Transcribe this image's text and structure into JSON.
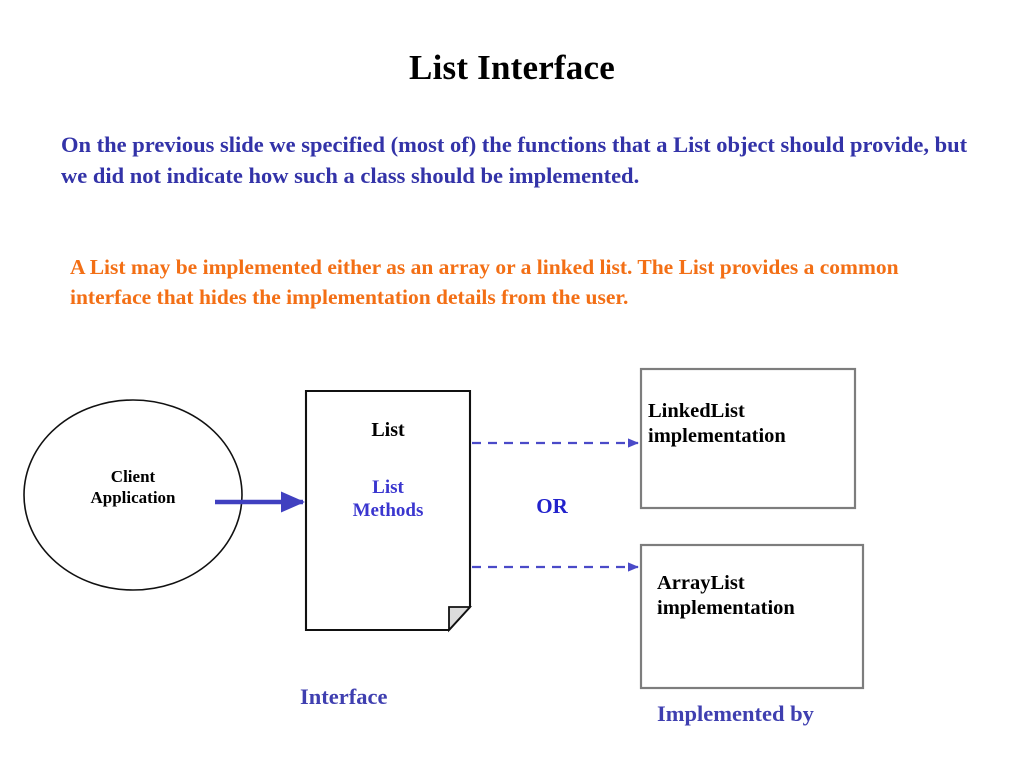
{
  "slide": {
    "title": "List Interface",
    "paragraphs": [
      {
        "id": "intro",
        "color": "#3333a8",
        "text": "On the previous slide we specified (most of) the functions that a List object should provide, but we did not indicate how such a class should be implemented."
      },
      {
        "id": "implementation-note",
        "color": "#f36f15",
        "text": "A List may be implemented either as an array or a linked list.  The List provides a common interface that hides the implementation details from the user."
      }
    ]
  },
  "diagram": {
    "client": {
      "line1": "Client",
      "line2": "Application",
      "shape": "ellipse",
      "stroke": "#000000"
    },
    "list_document": {
      "title": "List",
      "methods_line1": "List",
      "methods_line2": "Methods",
      "shape": "document",
      "stroke": "#000000",
      "methods_color": "#3a36cf",
      "fold_fill": "#dcdcdc"
    },
    "linkedlist_box": {
      "line1": "LinkedList",
      "line2": "implementation",
      "shape": "rectangle",
      "stroke": "#808080"
    },
    "arraylist_box": {
      "line1": "ArrayList",
      "line2": "implementation",
      "shape": "rectangle",
      "stroke": "#808080"
    },
    "or_label": "OR",
    "interface_label": "Interface",
    "implemented_by_label": "Implemented by",
    "connectors": {
      "client_to_list": {
        "style": "solid",
        "color": "#4040c0",
        "arrowhead": "triangle"
      },
      "list_to_linkedlist": {
        "style": "dashed",
        "color": "#5555cc",
        "arrowhead": "triangle"
      },
      "list_to_arraylist": {
        "style": "dashed",
        "color": "#5555cc",
        "arrowhead": "triangle"
      }
    }
  }
}
